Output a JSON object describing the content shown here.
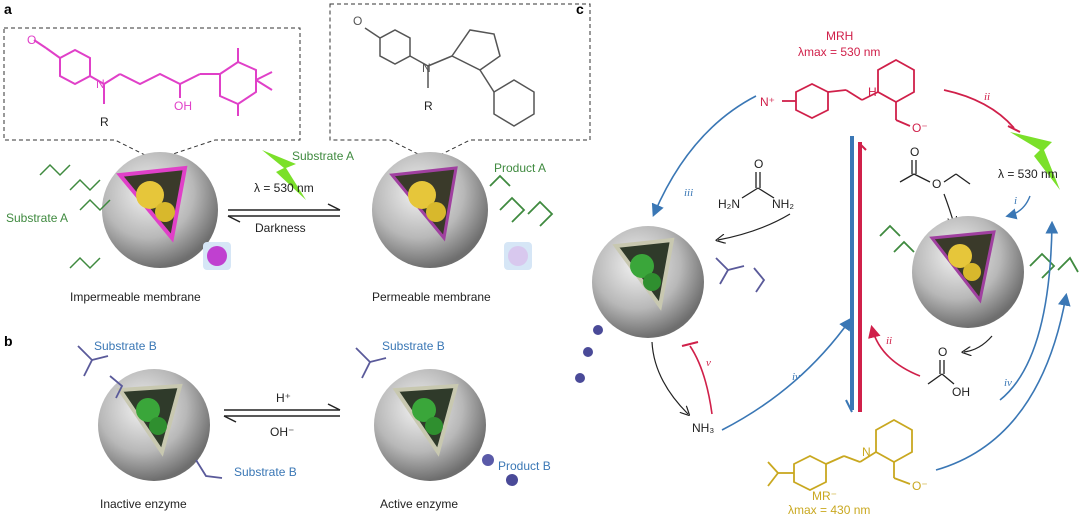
{
  "panels": {
    "a": "a",
    "b": "b",
    "c": "c"
  },
  "panel_a": {
    "substrate_left": "Substrate A",
    "substrate_top": "Substrate A",
    "product": "Product A",
    "light": "λ = 530 nm",
    "dark": "Darkness",
    "left_caption": "Impermeable membrane",
    "right_caption": "Permeable membrane",
    "left_struct": {
      "n": "N",
      "r": "R",
      "oh": "OH",
      "o": "O"
    },
    "right_struct": {
      "n": "N",
      "r": "R",
      "o": "O"
    }
  },
  "panel_b": {
    "substrate_left_top": "Substrate B",
    "substrate_left_bottom": "Substrate B",
    "substrate_right": "Substrate B",
    "product": "Product B",
    "acid": "H⁺",
    "base": "OH⁻",
    "left_caption": "Inactive enzyme",
    "right_caption": "Active enzyme"
  },
  "panel_c": {
    "mrh": "MRH",
    "mrh_lambda": "λmax = 530 nm",
    "mr": "MR⁻",
    "mr_lambda": "λmax = 430 nm",
    "light": "λ = 530 nm",
    "urea_left": "H₂N",
    "urea_right": "NH₂",
    "urea_o": "O",
    "nh3": "NH₃",
    "acetic": "OH",
    "ester_o": "O",
    "coo": "O⁻",
    "n_plus": "N⁺",
    "hn": "H",
    "n": "N",
    "roman_i": "i",
    "roman_ii_top": "ii",
    "roman_ii_mid": "ii",
    "roman_iii": "iii",
    "roman_iv_left": "iv",
    "roman_iv_right": "iv",
    "roman_v": "v"
  },
  "colors": {
    "magenta": "#e040c8",
    "green": "#3f8a3f",
    "blue": "#3a77b5",
    "red": "#d0204a",
    "gold": "#c9a820",
    "purple": "#5a5a9a"
  }
}
